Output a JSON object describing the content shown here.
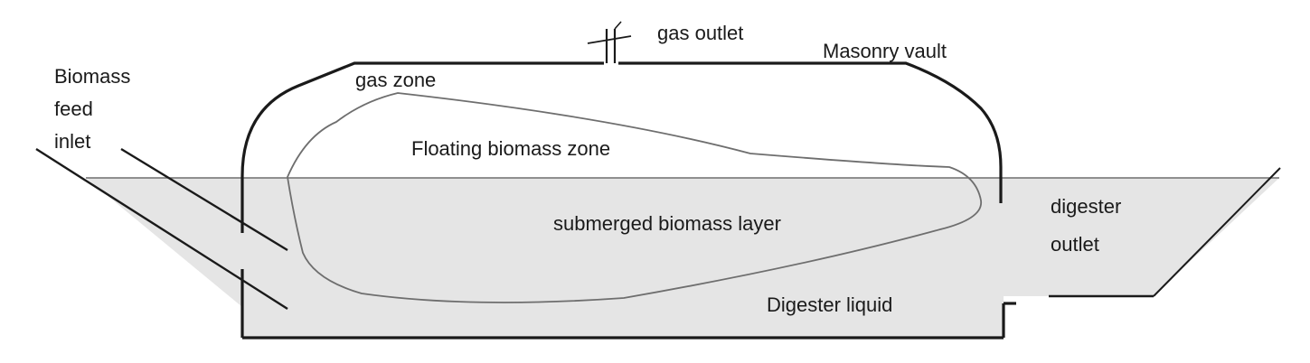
{
  "labels": {
    "biomass_feed_inlet": [
      "Biomass",
      "feed",
      "inlet"
    ],
    "gas_outlet": "gas outlet",
    "masonry_vault": "Masonry vault",
    "gas_zone": "gas zone",
    "floating_biomass_zone": "Floating biomass zone",
    "submerged_biomass_layer": "submerged biomass layer",
    "digester_outlet": [
      "digester",
      "outlet"
    ],
    "digester_liquid": "Digester liquid"
  },
  "colors": {
    "background": "#ffffff",
    "liquid": "#e5e5e5",
    "vault_line": "#1a1a1a",
    "thin_line": "#6e6e6e",
    "text": "#1a1a1a"
  }
}
